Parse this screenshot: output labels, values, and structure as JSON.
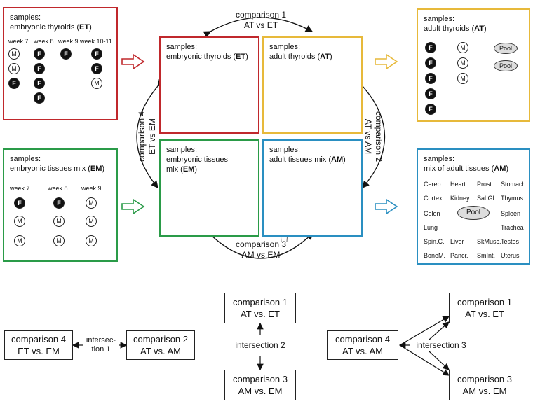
{
  "colors": {
    "red": "#c0282c",
    "yellow": "#e7b93a",
    "green": "#2a9b48",
    "blue": "#2a8fc1"
  },
  "top_labels": {
    "c1": [
      "comparison 1",
      "AT vs ET"
    ],
    "c2": [
      "comparison 2",
      "AT vs AM"
    ],
    "c3": [
      "comparison 3",
      "AM vs EM"
    ],
    "c4": [
      "comparison 4",
      "ET vs EM"
    ]
  },
  "center": {
    "et": {
      "pre": "samples:\nembryonic thyroids (",
      "code": "ET",
      "post": ")"
    },
    "at": {
      "pre": "samples:\nadult thyroids (",
      "code": "AT",
      "post": ")"
    },
    "em": {
      "pre": "samples:\nembryonic tissues\nmix (",
      "code": "EM",
      "post": ")"
    },
    "am": {
      "pre": "samples:\nadult tissues mix (",
      "code": "AM",
      "post": ")"
    }
  },
  "left_et": {
    "pre": "samples:\nembryonic thyroids (",
    "code": "ET",
    "post": ")",
    "weeks": [
      "week 7",
      "week 8",
      "week 9",
      "week 10-11"
    ],
    "f": "F",
    "m": "M"
  },
  "left_em": {
    "pre": "samples:\nembryonic tissues mix (",
    "code": "EM",
    "post": ")",
    "weeks": [
      "week 7",
      "week 8",
      "week 9"
    ]
  },
  "right_at": {
    "pre": "samples:\nadult thyroids (",
    "code": "AT",
    "post": ")",
    "pool": "Pool"
  },
  "right_am": {
    "pre": "samples:\nmix of adult tissues (",
    "code": "AM",
    "post": ")",
    "tissues": [
      [
        "Cereb.",
        "Heart",
        "Prost.",
        "Stomach"
      ],
      [
        "Cortex",
        "Kidney",
        "Sal.Gl.",
        "Thymus"
      ],
      [
        "Colon",
        "",
        "",
        "Spleen"
      ],
      [
        "Lung",
        "",
        "",
        "Trachea"
      ],
      [
        "Spin.C.",
        "Liver",
        "SkMusc.",
        "Testes"
      ],
      [
        "BoneM.",
        "Pancr.",
        "SmInt.",
        "Uterus"
      ]
    ],
    "pool": "Pool"
  },
  "bottom": {
    "g1": {
      "left": [
        "comparison 4",
        "ET vs. EM"
      ],
      "right": [
        "comparison 2",
        "AT vs. AM"
      ],
      "label": [
        "intersec-",
        "tion 1"
      ]
    },
    "g2": {
      "top": [
        "comparison 1",
        "AT vs. ET"
      ],
      "bottom": [
        "comparison 3",
        "AM vs. EM"
      ],
      "label": "intersection 2"
    },
    "g3": {
      "left": [
        "comparison 4",
        "AT vs. AM"
      ],
      "top": [
        "comparison 1",
        "AT vs. ET"
      ],
      "bottom": [
        "comparison 3",
        "AM vs. EM"
      ],
      "label": "intersection 3"
    }
  }
}
